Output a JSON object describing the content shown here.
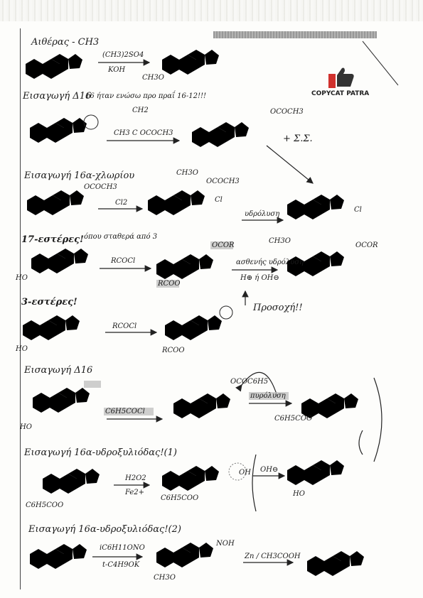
{
  "logo": {
    "text": "COPYCAT PATRA",
    "icon": "thumbs-up-icon"
  },
  "sections": {
    "s1": {
      "title": "Αιθέρας - CH3",
      "reagent_top": "(CH3)2SO4",
      "reagent_bottom": "KOH",
      "product_group": "CH3O"
    },
    "s2": {
      "title": "Εισαγωγή Δ16",
      "note": "16 ήταν ενώσω προ πραΐ 16-12!!!",
      "reagent_top_ch2": "CH2",
      "reagent_top": "CH3  C  OCOCH3",
      "product_group": "CH3O",
      "oac": "OCOCH3",
      "extra": "+ Σ.Σ."
    },
    "s3": {
      "title": "Εισαγωγή 16α-χλωρίου",
      "oac": "OCOCH3",
      "reagent": "Cl2",
      "int_groups": "OCOCH3",
      "int_cl": "Cl",
      "hydrolysis": "υδρόλυση",
      "cl_product": "Cl",
      "ch3o": "CH3O"
    },
    "s4": {
      "title": "17-εστέρες!",
      "note": "όπου σταθερά από 3",
      "reagent": "RCOCl",
      "ester_top": "OCOR",
      "ester_bottom": "RCOO",
      "hydrolysis_label": "ασθενής υδρόλυση",
      "conditions": "H⊕ ή OH⊖",
      "ho": "HO",
      "product_ocor": "OCOR"
    },
    "s5": {
      "title": "3-εστέρες!",
      "reagent": "RCOCl",
      "product_group": "RCOO",
      "arrow_note": "Προσοχή!!",
      "ho": "HO"
    },
    "s6": {
      "title": "Εισαγωγή Δ16",
      "reagent": "C6H5COCl",
      "group1": "OCOC6H5",
      "reagent2": "πυρόλυση",
      "product_group": "C6H5COO",
      "ho": "HO"
    },
    "s7": {
      "title": "Εισαγωγή 16α-υδροξυλιόδας!(1)",
      "reagent_top": "H2O2",
      "reagent_bottom": "Fe2+",
      "group": "C6H5COO",
      "product_group": "C6H5COO",
      "oh": "OH",
      "conditions": "OH⊖",
      "ho": "HO"
    },
    "s8": {
      "title": "Εισαγωγή 16α-υδροξυλιόδας!(2)",
      "reagent_top": "iC6H11ONO",
      "reagent_bottom": "t-C4H9OK",
      "noh": "NOH",
      "reagent2": "Zn / CH3COOH",
      "ch3o": "CH3O"
    }
  }
}
